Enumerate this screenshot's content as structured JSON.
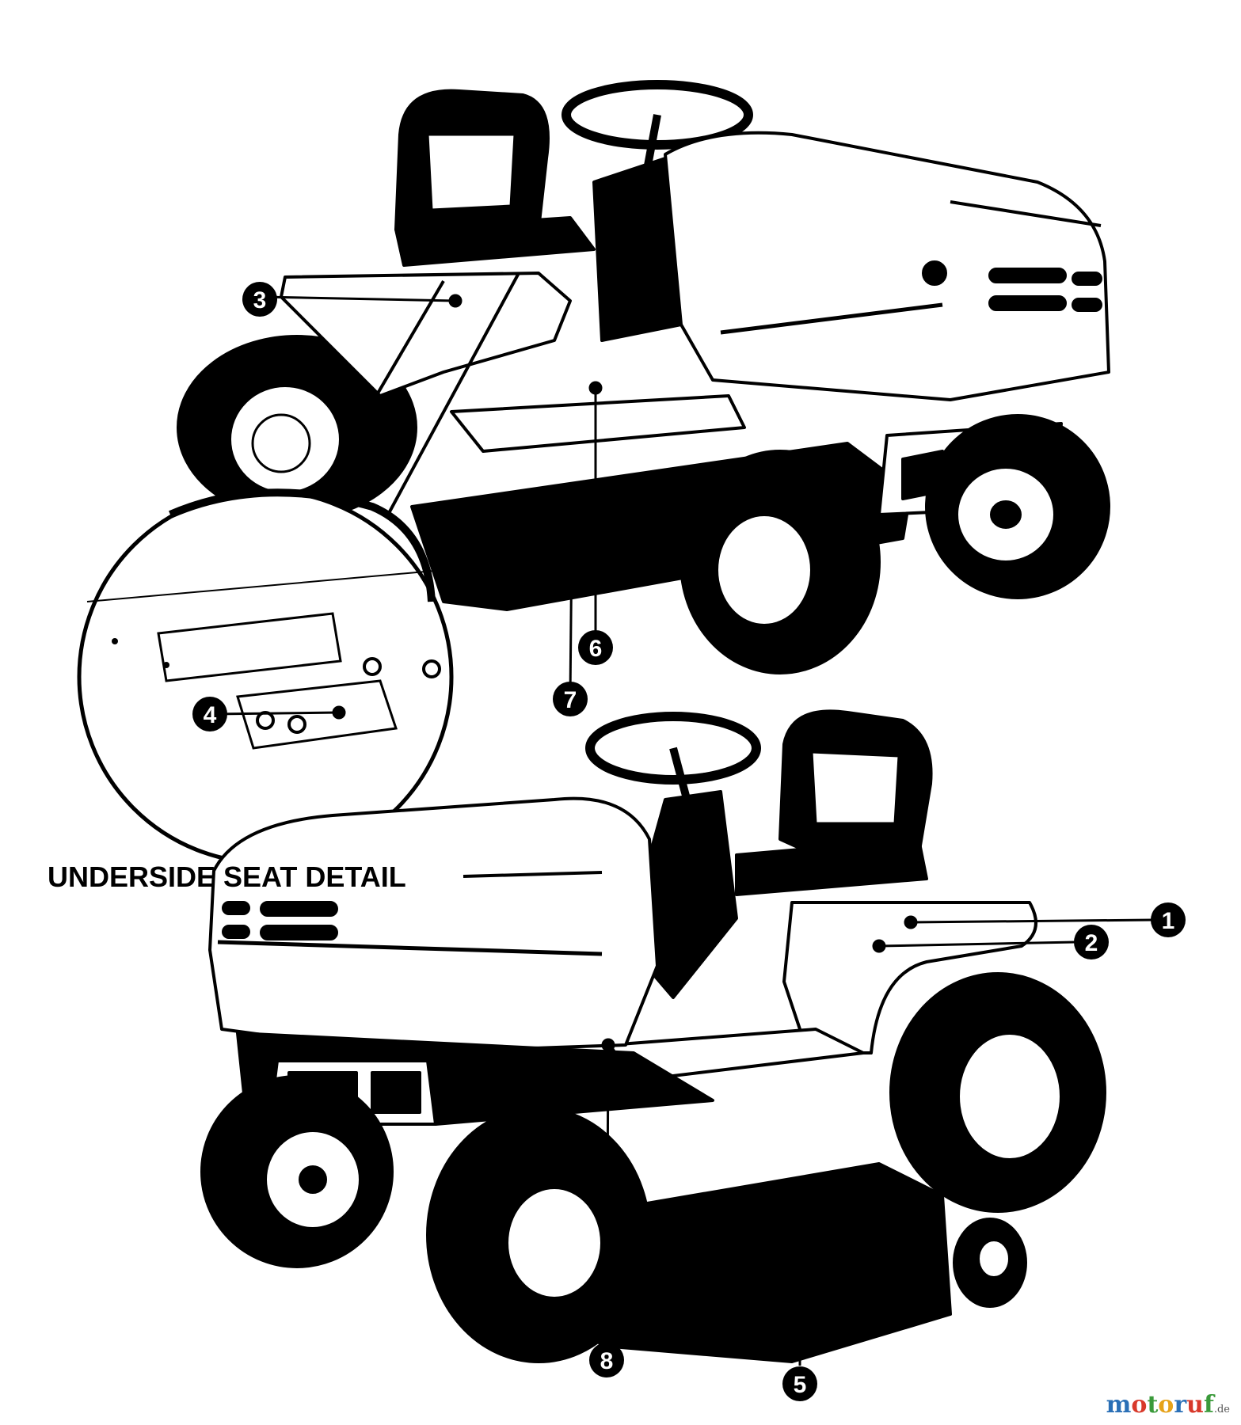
{
  "diagram": {
    "detail_label": "UNDERSIDE SEAT DETAIL",
    "callouts": [
      {
        "id": "c1",
        "label": "1"
      },
      {
        "id": "c2",
        "label": "2"
      },
      {
        "id": "c3",
        "label": "3"
      },
      {
        "id": "c4",
        "label": "4"
      },
      {
        "id": "c5",
        "label": "5"
      },
      {
        "id": "c6",
        "label": "6"
      },
      {
        "id": "c7",
        "label": "7"
      },
      {
        "id": "c8",
        "label": "8"
      }
    ]
  },
  "watermark": {
    "letters": [
      "m",
      "o",
      "t",
      "o",
      "r",
      "u",
      "f"
    ],
    "colors": [
      "#2a6fb6",
      "#d8392b",
      "#3a9a3a",
      "#e6a21a",
      "#2a6fb6",
      "#d8392b",
      "#3a9a3a"
    ],
    "suffix": ".de"
  }
}
